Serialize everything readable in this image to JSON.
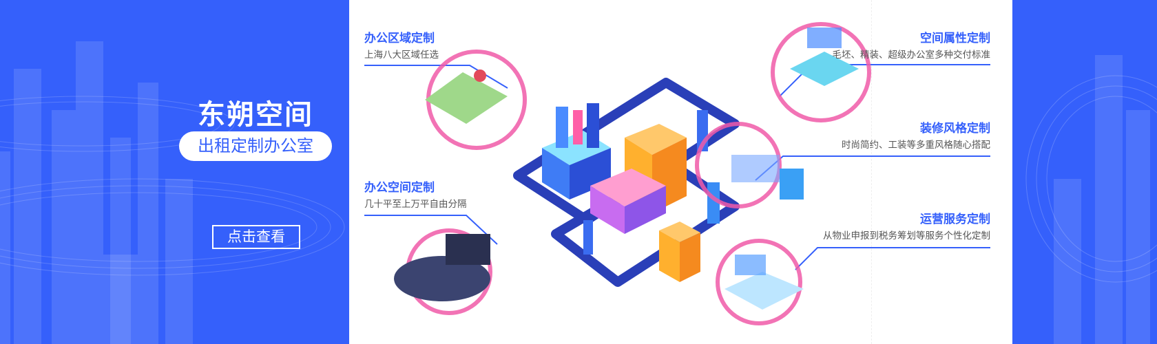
{
  "brand": {
    "title": "东朔空间",
    "subtitle": "出租定制办公室",
    "cta": "点击查看"
  },
  "features": [
    {
      "title": "办公区域定制",
      "desc": "上海八大区域任选"
    },
    {
      "title": "办公空间定制",
      "desc": "几十平至上万平自由分隔"
    },
    {
      "title": "空间属性定制",
      "desc": "毛坯、精装、超级办公室多种交付标准"
    },
    {
      "title": "装修风格定制",
      "desc": "时尚简约、工装等多重风格随心搭配"
    },
    {
      "title": "运营服务定制",
      "desc": "从物业申报到税务筹划等服务个性化定制"
    }
  ],
  "colors": {
    "brand": "#3560fb",
    "accent": "#f05aa8"
  }
}
